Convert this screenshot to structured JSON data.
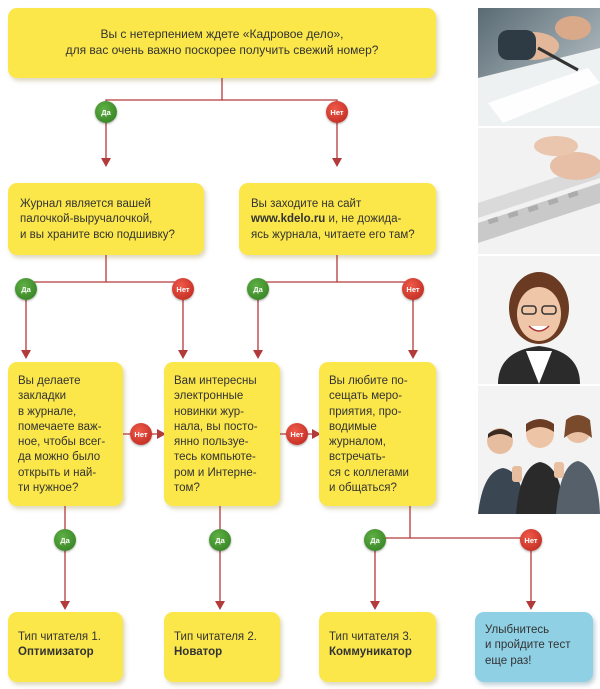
{
  "q1": {
    "lines": [
      "Вы с нетерпением ждете «Кадровое дело»,",
      "для вас очень важно поскорее получить свежий номер?"
    ]
  },
  "q2": {
    "lines": [
      "Журнал является вашей",
      "палочкой-выручалочкой,",
      "и вы храните всю подшивку?"
    ]
  },
  "q3": {
    "line1_pre": "Вы заходите на сайт",
    "site": "www.kdelo.ru",
    "line2_post": " и, не дожида-",
    "line3": "ясь журнала, читаете его там?"
  },
  "q4": {
    "lines": [
      "Вы делаете",
      "закладки",
      "в журнале,",
      "помечаете важ-",
      "ное, чтобы всег-",
      "да можно было",
      "открыть и най-",
      "ти нужное?"
    ]
  },
  "q5": {
    "lines": [
      "Вам интересны",
      "электронные",
      "новинки жур-",
      "нала, вы посто-",
      "янно пользуе-",
      "тесь компьюте-",
      "ром и Интерне-",
      "том?"
    ]
  },
  "q6": {
    "lines": [
      "Вы любите по-",
      "сещать меро-",
      "приятия, про-",
      "водимые",
      "журналом,",
      "встречать-",
      "ся с коллегами",
      "и общаться?"
    ]
  },
  "results": [
    {
      "line1": "Тип читателя 1.",
      "line2": "Оптимизатор"
    },
    {
      "line1": "Тип читателя 2.",
      "line2": "Новатор"
    },
    {
      "line1": "Тип читателя 3.",
      "line2": "Коммуникатор"
    },
    {
      "lines": [
        "Улыбнитесь",
        "и пройдите тест",
        "еще раз!"
      ]
    }
  ],
  "labels": {
    "yes": "Да",
    "no": "Нет"
  },
  "colors": {
    "box": "#fbe74a",
    "result_blue": "#8fd0e4",
    "yes_badge": "#3f8f2a",
    "no_badge": "#d63a2c",
    "wire": "#b33a3a"
  },
  "photos": [
    "hand-signing-document",
    "hands-typing-keyboard",
    "smiling-woman-glasses",
    "group-thumbs-up"
  ]
}
